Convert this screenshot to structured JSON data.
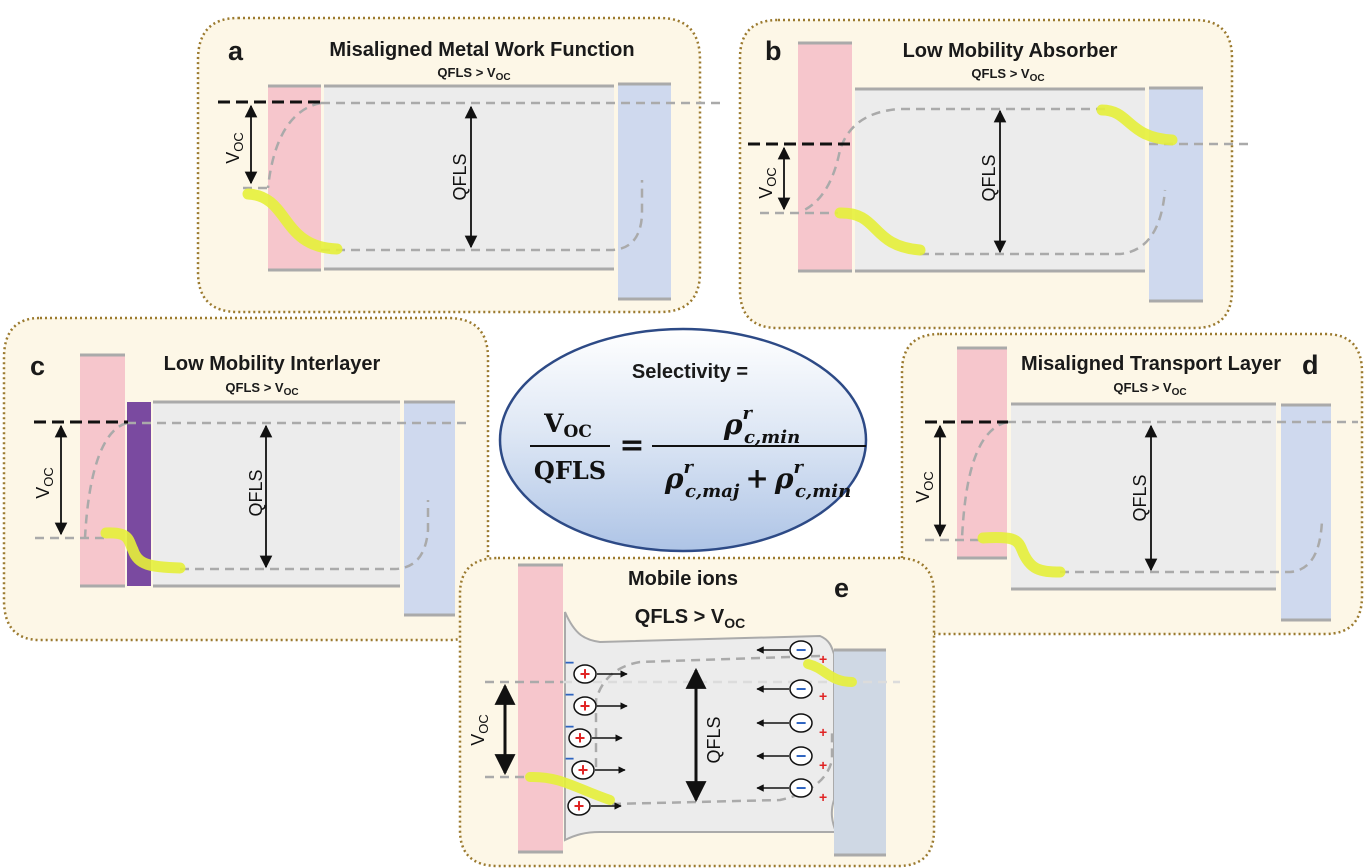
{
  "colors": {
    "panel_fill": "#fdf7e7",
    "panel_border": "#9b7a2f",
    "hole_layer": "#f6c6cc",
    "electron_layer": "#cfd9ee",
    "absorber": "#ececec",
    "interlayer": "#7a4aa0",
    "highlight": "#e6ef3a",
    "ellipse_fill": "#d5e2f2",
    "ellipse_border": "#2d4a86",
    "plus": "#e02424",
    "minus": "#2e64c0"
  },
  "icons": {
    "arrow": "double-headed-arrow",
    "cation": "plus-circle-icon",
    "anion": "minus-circle-icon"
  },
  "panels": {
    "a": {
      "letter": "a",
      "title": "Misaligned Metal Work Function",
      "subtitle": "QFLS > V",
      "subtitle_sub": "OC",
      "voc": "V",
      "voc_sub": "OC",
      "qfls": "QFLS"
    },
    "b": {
      "letter": "b",
      "title": "Low Mobility Absorber",
      "subtitle": "QFLS > V",
      "subtitle_sub": "OC",
      "voc": "V",
      "voc_sub": "OC",
      "qfls": "QFLS"
    },
    "c": {
      "letter": "c",
      "title": "Low Mobility Interlayer",
      "subtitle": "QFLS > V",
      "subtitle_sub": "OC",
      "voc": "V",
      "voc_sub": "OC",
      "qfls": "QFLS"
    },
    "d": {
      "letter": "d",
      "title": "Misaligned Transport Layer",
      "subtitle": "QFLS > V",
      "subtitle_sub": "OC",
      "voc": "V",
      "voc_sub": "OC",
      "qfls": "QFLS"
    },
    "e": {
      "letter": "e",
      "title": "Mobile ions",
      "subtitle": "QFLS > V",
      "subtitle_sub": "OC",
      "voc": "V",
      "voc_sub": "OC",
      "qfls": "QFLS",
      "plus_sign": "+",
      "minus_sign": "−"
    }
  },
  "equation": {
    "heading": "Selectivity =",
    "lhs_num": "V",
    "lhs_num_sub": "OC",
    "lhs_den": "QFLS",
    "equals": "=",
    "rho": "ρ",
    "sup_r": "r",
    "sub_min": "c,min",
    "sub_maj": "c,maj",
    "plus": "+"
  }
}
